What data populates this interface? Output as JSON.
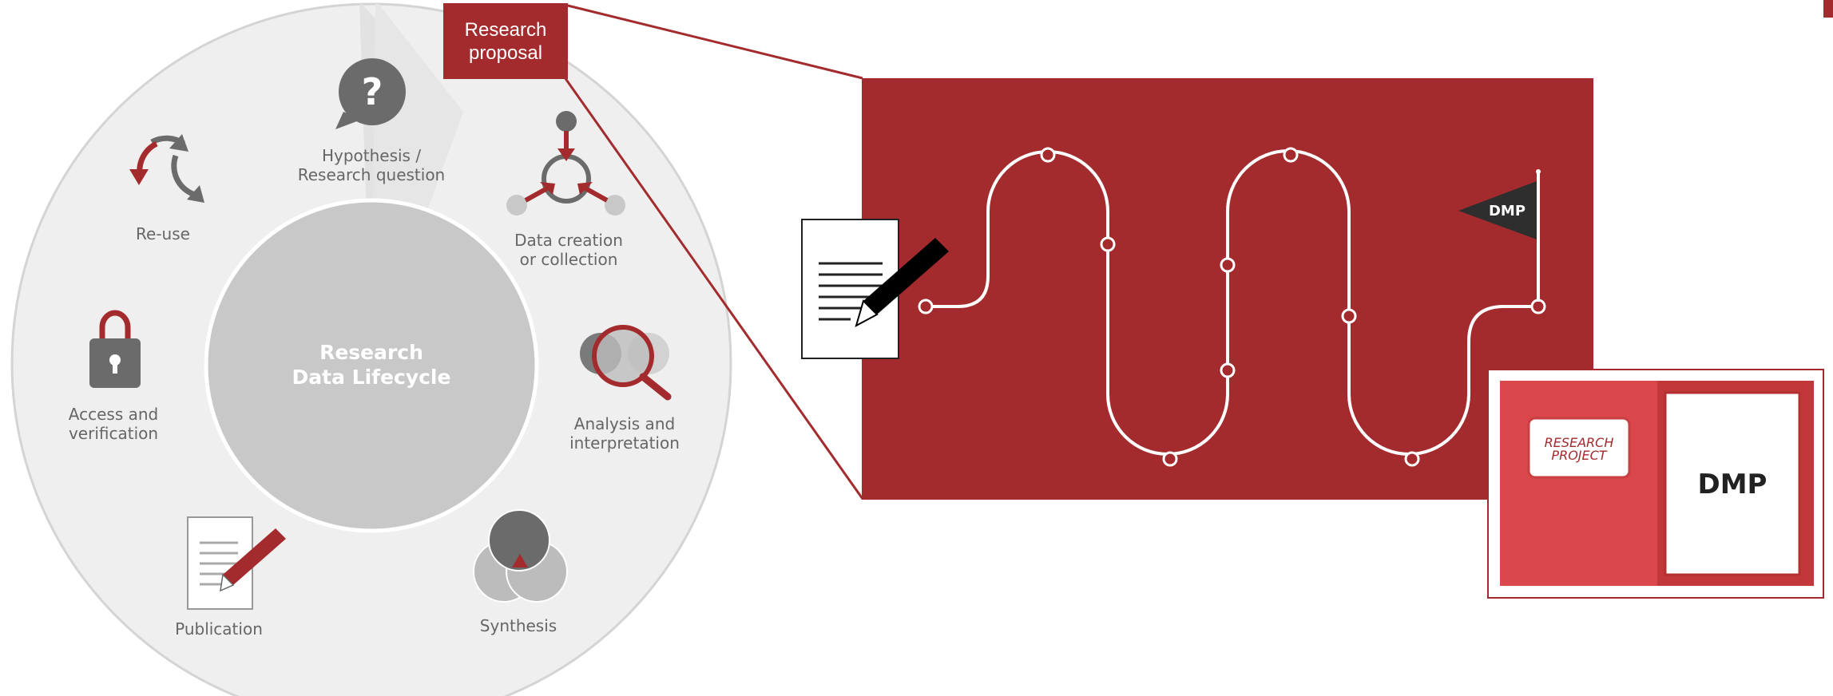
{
  "lifecycle": {
    "center_title_line1": "Research",
    "center_title_line2": "Data Lifecycle",
    "stages": {
      "hypothesis": {
        "line1": "Hypothesis /",
        "line2": "Research question"
      },
      "data_creation": {
        "line1": "Data creation",
        "line2": "or collection"
      },
      "analysis": {
        "line1": "Analysis and",
        "line2": "interpretation"
      },
      "synthesis": {
        "line1": "Synthesis"
      },
      "publication": {
        "line1": "Publication"
      },
      "access": {
        "line1": "Access and",
        "line2": "verification"
      },
      "reuse": {
        "line1": "Re-use"
      }
    }
  },
  "proposal_box": {
    "line1": "Research",
    "line2": "proposal"
  },
  "roadmap": {
    "flag_label": "DMP"
  },
  "folder": {
    "label_line1": "RESEARCH",
    "label_line2": "PROJECT",
    "page_label": "DMP"
  },
  "colors": {
    "brand_red": "#a42b2d",
    "grey_light": "#d0d0d0",
    "grey_dark": "#6b6b6b"
  },
  "icons": [
    "question-bubble-icon",
    "recycle-icon",
    "padlock-icon",
    "pencil-document-icon",
    "venn-diagram-icon",
    "magnifier-icon",
    "data-collection-icon",
    "flag-icon",
    "folder-icon"
  ]
}
